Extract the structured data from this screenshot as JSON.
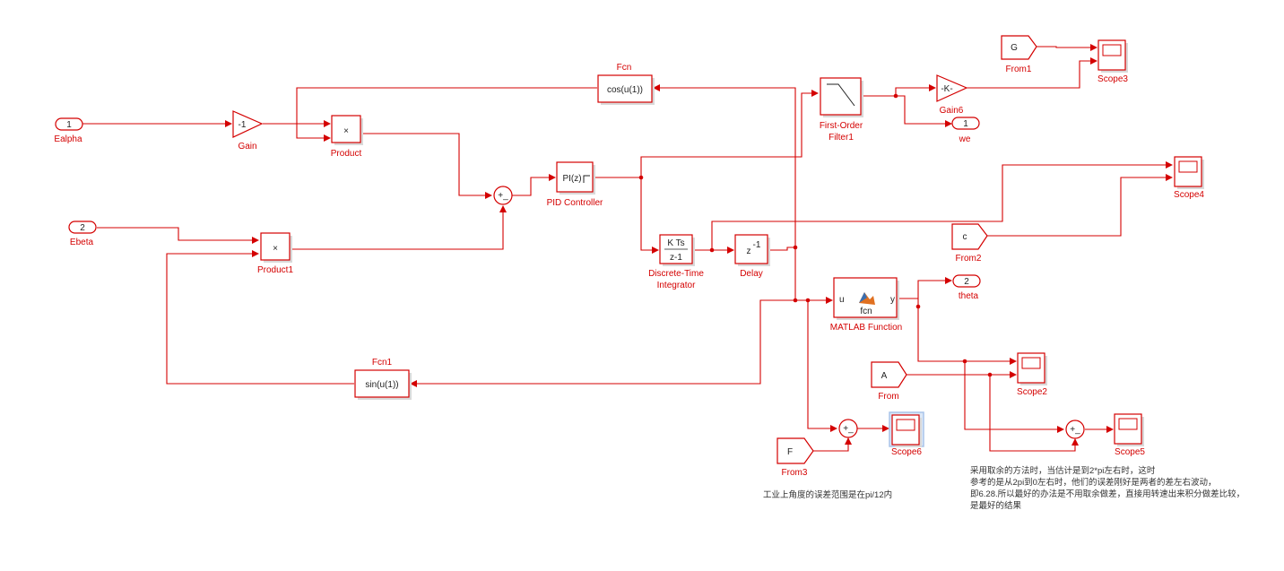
{
  "blocks": {
    "inport_ealpha": {
      "num": "1",
      "name": "Ealpha"
    },
    "inport_ebeta": {
      "num": "2",
      "name": "Ebeta"
    },
    "gain": {
      "value": "-1",
      "name": "Gain"
    },
    "product": {
      "symbol": "×",
      "name": "Product"
    },
    "product1": {
      "symbol": "×",
      "name": "Product1"
    },
    "fcn": {
      "expr": "cos(u(1))",
      "name": "Fcn"
    },
    "fcn1": {
      "expr": "sin(u(1))",
      "name": "Fcn1"
    },
    "sum1": {
      "signs": "+_"
    },
    "pid": {
      "text": "PI(z)",
      "name": "PID Controller"
    },
    "first_order_filter": {
      "name_line1": "First-Order",
      "name_line2": "Filter1"
    },
    "gain6": {
      "value": "-K-",
      "name": "Gain6"
    },
    "outport_we": {
      "num": "1",
      "name": "we"
    },
    "from1": {
      "tag": "G",
      "name": "From1"
    },
    "scope3": {
      "name": "Scope3"
    },
    "scope4": {
      "name": "Scope4"
    },
    "from2": {
      "tag": "c",
      "name": "From2"
    },
    "integrator": {
      "num": "K Ts",
      "den": "z-1",
      "name_line1": "Discrete-Time",
      "name_line2": "Integrator"
    },
    "delay": {
      "text": "z",
      "exp": "-1",
      "name": "Delay"
    },
    "matlab_fn": {
      "in_port": "u",
      "out_port": "y",
      "fn": "fcn",
      "name": "MATLAB Function"
    },
    "outport_theta": {
      "num": "2",
      "name": "theta"
    },
    "from": {
      "tag": "A",
      "name": "From"
    },
    "scope2": {
      "name": "Scope2"
    },
    "scope5": {
      "name": "Scope5"
    },
    "sum2": {
      "signs": "+_"
    },
    "sum3": {
      "signs": "+_"
    },
    "scope6": {
      "name": "Scope6"
    },
    "from3": {
      "tag": "F",
      "name": "From3"
    }
  },
  "notes": {
    "note1": "工业上角度的误差范围是在pi/12内",
    "note2_lines": [
      "采用取余的方法时，当估计是到2*pi左右时，这时",
      "参考的是从2pi到0左右时，他们的误差刚好是两者的差左右波动，",
      "即6.28.所以最好的办法是不用取余做差，直接用转速出来积分做差比较，",
      "是最好的结果"
    ]
  },
  "colors": {
    "wire": "#d40000",
    "selected": "#a9c4ea"
  }
}
